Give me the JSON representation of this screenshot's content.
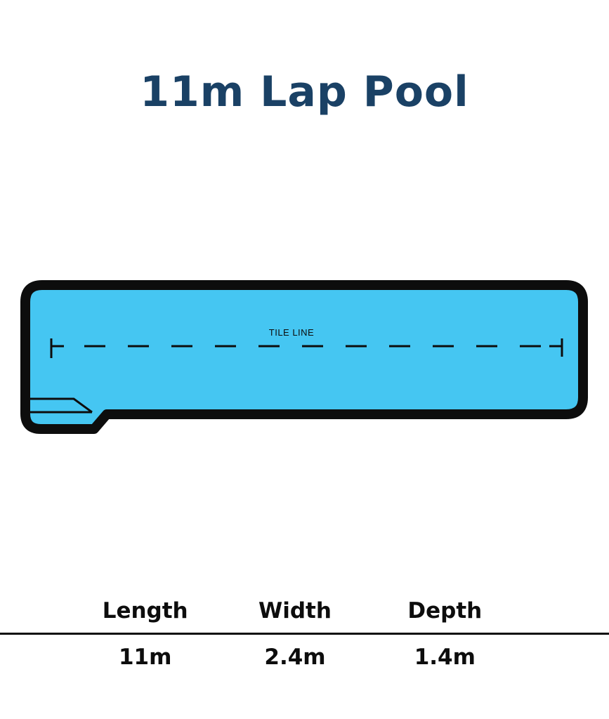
{
  "title": "11m Lap Pool",
  "colors": {
    "title_color": "#1a4165",
    "pool_fill": "#45c6f2",
    "line_color": "#0d0d0d"
  },
  "diagram": {
    "tile_line_label": "TILE LINE"
  },
  "specs": {
    "columns": [
      {
        "label": "Length",
        "value": "11m"
      },
      {
        "label": "Width",
        "value": "2.4m"
      },
      {
        "label": "Depth",
        "value": "1.4m"
      }
    ]
  }
}
